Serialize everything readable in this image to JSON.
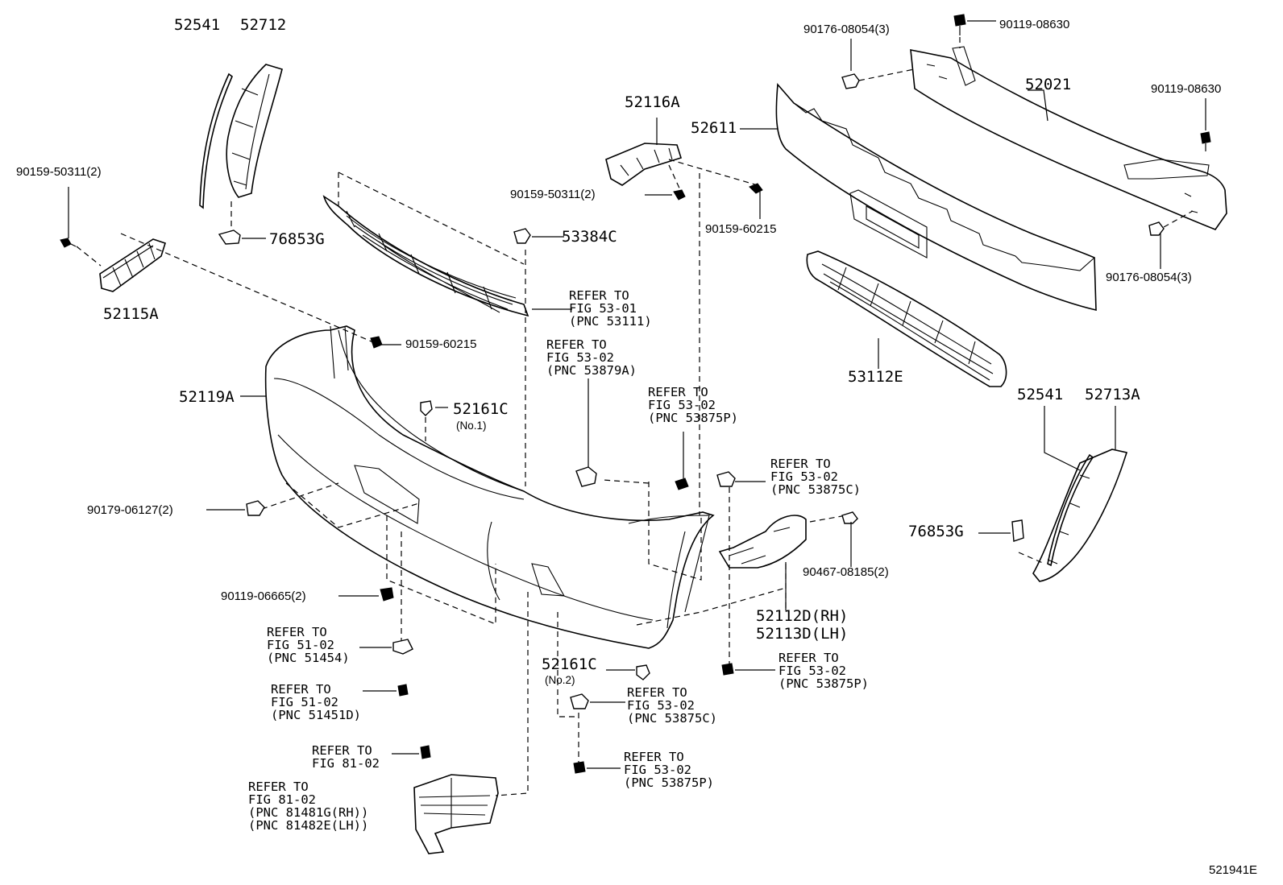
{
  "labels": {
    "p52541_l": "52541",
    "p52712": "52712",
    "p52116A": "52116A",
    "p90176_top": "90176-08054(3)",
    "p90119_top": "90119-08630",
    "p52021": "52021",
    "p52611": "52611",
    "p90119_right": "90119-08630",
    "p90159_50311_l": "90159-50311(2)",
    "p90159_50311_c": "90159-50311(2)",
    "p76853G_l": "76853G",
    "p53384C": "53384C",
    "p90159_60215_r": "90159-60215",
    "p90176_right": "90176-08054(3)",
    "p52115A": "52115A",
    "p53112E": "53112E",
    "p90159_60215_c": "90159-60215",
    "p52119A": "52119A",
    "p52161C_1": "52161C",
    "p52161C_1_sub": "(No.1)",
    "p52541_r": "52541",
    "p52713A": "52713A",
    "p90179": "90179-06127(2)",
    "p76853G_r": "76853G",
    "p90467": "90467-08185(2)",
    "p90119_06665": "90119-06665(2)",
    "p52112D": "52112D(RH)",
    "p52113D": "52113D(LH)",
    "p52161C_2": "52161C",
    "p52161C_2_sub": "(No.2)",
    "diagram_code": "521941E"
  },
  "notes": {
    "n_53111": "REFER TO\nFIG 53-01\n(PNC 53111)",
    "n_53879A": "REFER TO\nFIG 53-02\n(PNC 53879A)",
    "n_53875P_a": "REFER TO\nFIG 53-02\n(PNC 53875P)",
    "n_53875C_a": "REFER TO\nFIG 53-02\n(PNC 53875C)",
    "n_51454": "REFER TO\nFIG 51-02\n(PNC 51454)",
    "n_51451D": "REFER TO\nFIG 51-02\n(PNC 51451D)",
    "n_53875P_b": "REFER TO\nFIG 53-02\n(PNC 53875P)",
    "n_53875C_b": "REFER TO\nFIG 53-02\n(PNC 53875C)",
    "n_81_02": "REFER TO\nFIG 81-02",
    "n_53875P_c": "REFER TO\nFIG 53-02\n(PNC 53875P)",
    "n_81481G": "REFER TO\nFIG 81-02\n(PNC 81481G(RH))\n(PNC 81482E(LH))"
  }
}
